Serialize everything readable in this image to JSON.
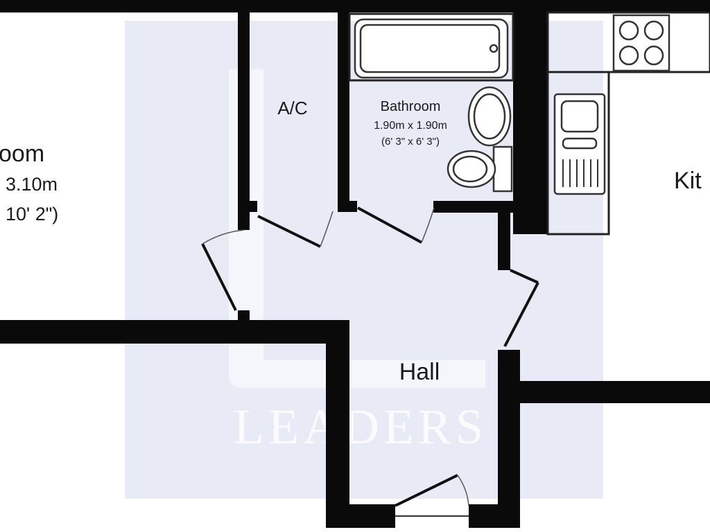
{
  "rooms": {
    "bedroom": {
      "name": "oom",
      "size_metric": "3.10m",
      "size_imperial": "10' 2\")"
    },
    "ac": {
      "name": "A/C"
    },
    "bathroom": {
      "name": "Bathroom",
      "size_metric": "1.90m x 1.90m",
      "size_imperial": "(6' 3\" x 6' 3\")"
    },
    "kitchen": {
      "name": "Kit"
    },
    "hall": {
      "name": "Hall"
    }
  },
  "watermark": {
    "text": "LEADERS"
  },
  "colors": {
    "wall": "#0a0a0a",
    "watermark_tint": "#e8eaf6",
    "background": "#ffffff"
  }
}
